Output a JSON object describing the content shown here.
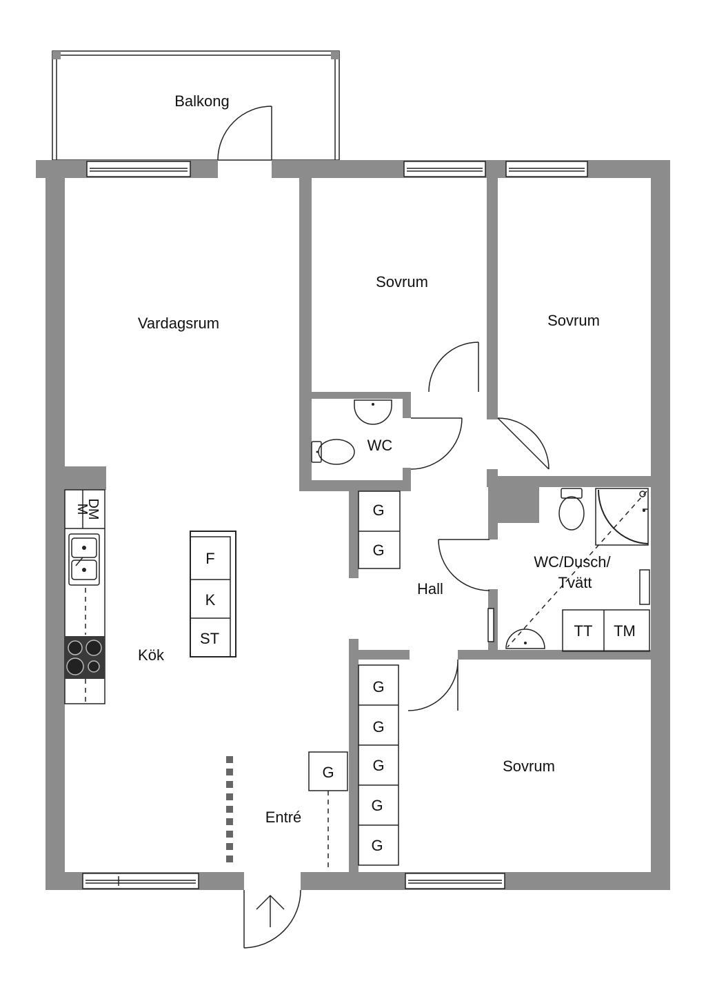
{
  "rooms": {
    "balkong": "Balkong",
    "vardagsrum": "Vardagsrum",
    "sovrum_1": "Sovrum",
    "sovrum_2": "Sovrum",
    "sovrum_3": "Sovrum",
    "wc": "WC",
    "wc_dusch_line1": "WC/Dusch/",
    "wc_dusch_line2": "Tvätt",
    "hall": "Hall",
    "kok": "Kök",
    "entre": "Entré"
  },
  "fixtures": {
    "microwave": "M",
    "dishwasher": "DM",
    "fridge": "F",
    "cooler": "K",
    "storage": "ST",
    "tumble_dryer": "TT",
    "washing_machine": "TM",
    "wardrobe": "G"
  },
  "icons": {
    "entrance": "arrow-up-icon"
  },
  "colors": {
    "wall": "#8c8c8c",
    "line": "#222222",
    "background": "#ffffff"
  }
}
